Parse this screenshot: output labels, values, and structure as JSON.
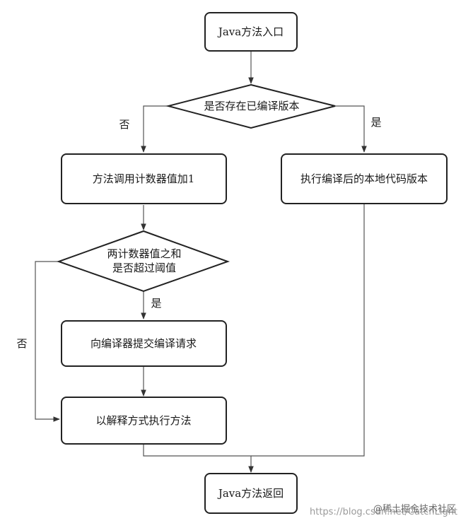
{
  "nodes": {
    "entry": "Java方法入口",
    "check_compiled": "是否存在已编译版本",
    "increment_counter": "方法调用计数器值加1",
    "exec_compiled": "执行编译后的本地代码版本",
    "threshold_line1": "两计数器值之和",
    "threshold_line2": "是否超过阈值",
    "submit_compile": "向编译器提交编译请求",
    "interpret": "以解释方式执行方法",
    "return": "Java方法返回"
  },
  "edge_labels": {
    "compiled_no": "否",
    "compiled_yes": "是",
    "threshold_yes": "是",
    "threshold_no": "否"
  },
  "watermark": {
    "url": "https://blog.csdn.net/CatchLight",
    "badge": "@稀土掘金技术社区"
  }
}
